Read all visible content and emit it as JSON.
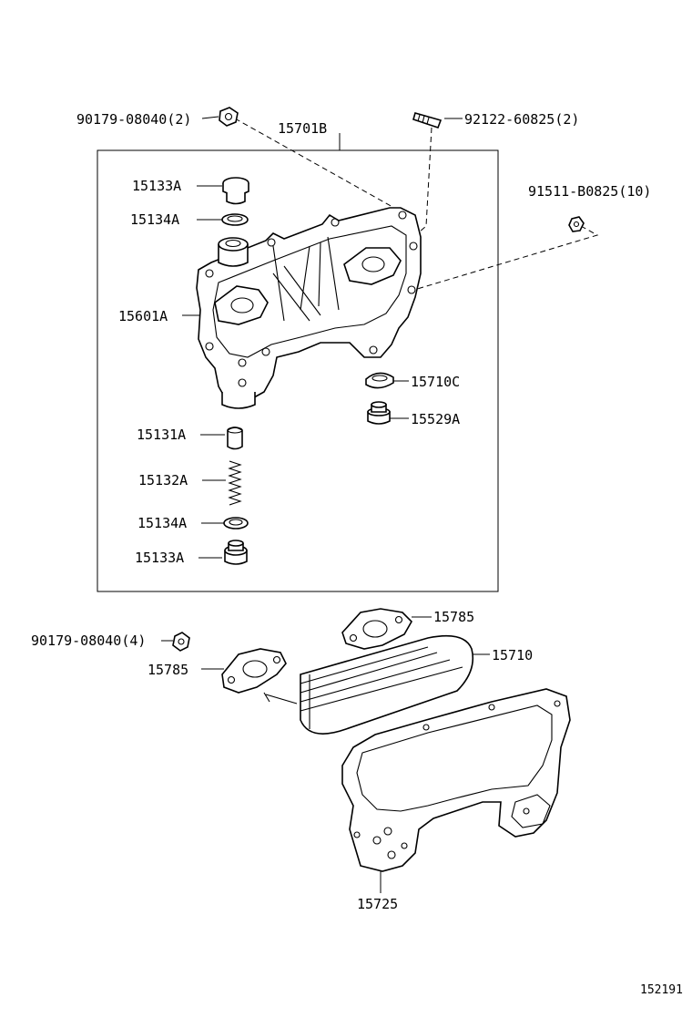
{
  "diagram": {
    "labels": {
      "bolt_top_left": "90179-08040(2)",
      "cover_assy": "15701B",
      "stud_top": "92122-60825(2)",
      "nut_right": "91511-B0825(10)",
      "plug_upper": "15133A",
      "gasket_upper": "15134A",
      "cover": "15601A",
      "gasket_right": "15710C",
      "plug_right": "15529A",
      "valve": "15131A",
      "spring": "15132A",
      "gasket_lower": "15134A",
      "plug_lower": "15133A",
      "bolt_lower_left": "90179-08040(4)",
      "gasket_flange_top": "15785",
      "cooler_element": "15710",
      "gasket_flange_left": "15785",
      "gasket_cover": "15725"
    },
    "figure_number": "152191"
  }
}
